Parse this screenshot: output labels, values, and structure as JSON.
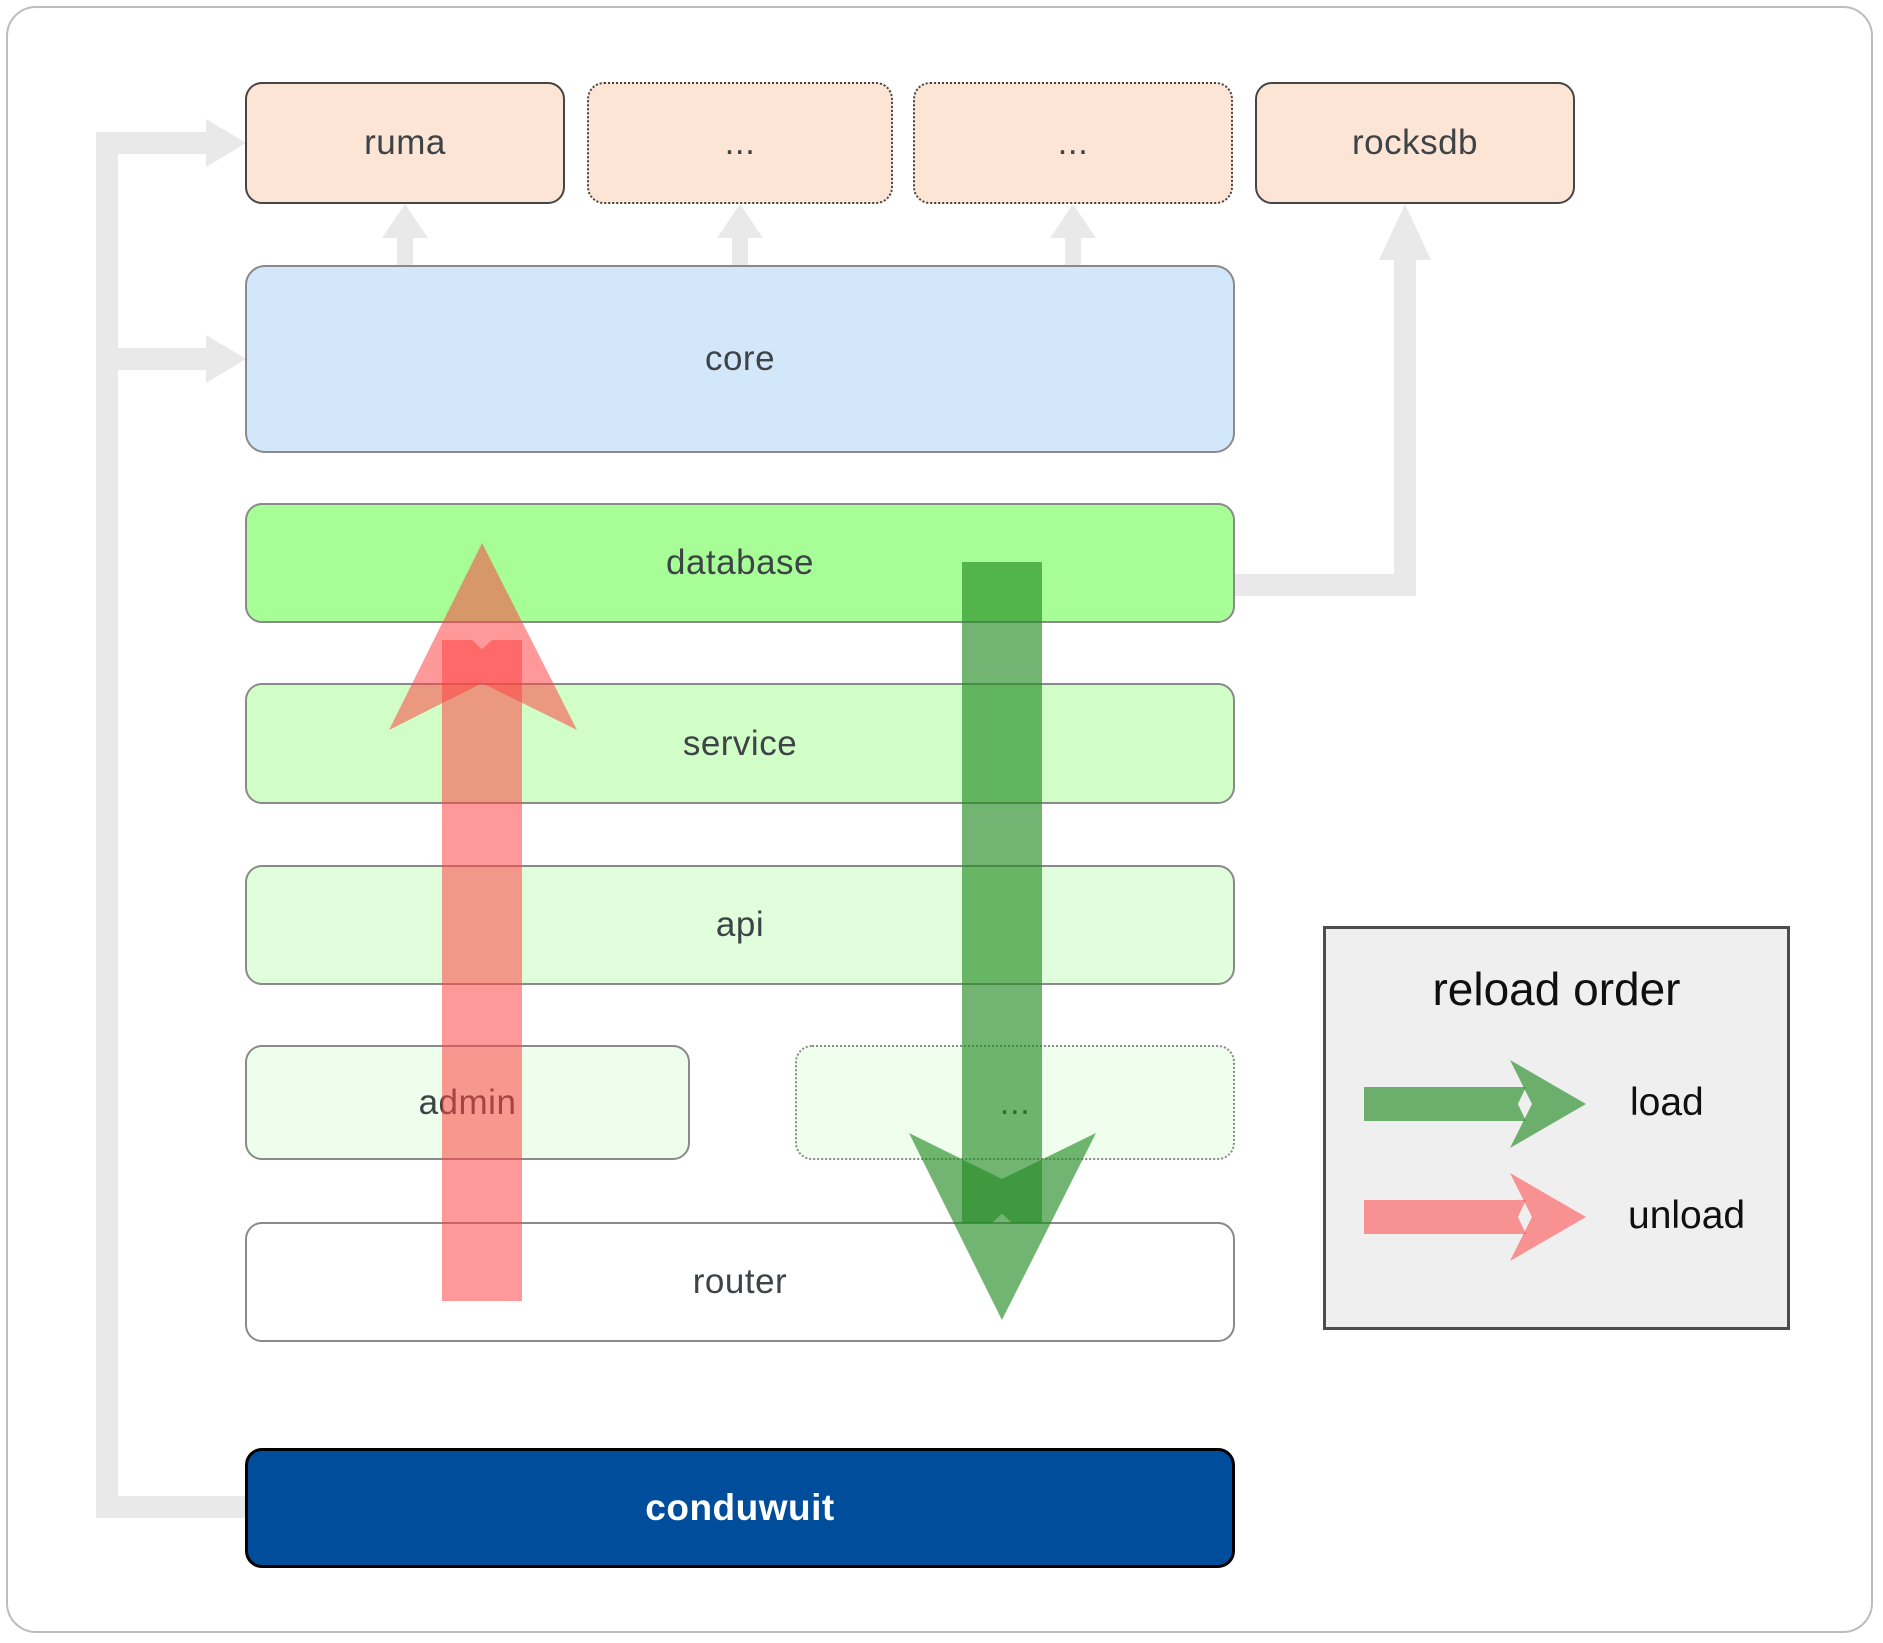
{
  "boxes": {
    "ruma": {
      "label": "ruma"
    },
    "ellipsis_top_1": {
      "label": "..."
    },
    "ellipsis_top_2": {
      "label": "..."
    },
    "rocksdb": {
      "label": "rocksdb"
    },
    "core": {
      "label": "core"
    },
    "database": {
      "label": "database"
    },
    "service": {
      "label": "service"
    },
    "api": {
      "label": "api"
    },
    "admin": {
      "label": "admin"
    },
    "ellipsis_admin": {
      "label": "..."
    },
    "router": {
      "label": "router"
    },
    "conduwuit": {
      "label": "conduwuit"
    }
  },
  "legend": {
    "title": "reload order",
    "items": [
      {
        "label": "load",
        "color": "#228b22"
      },
      {
        "label": "unload",
        "color": "#ff4444"
      }
    ]
  },
  "colors": {
    "peach_fill": "#fce5d5",
    "core_fill": "#d3e7fb",
    "database_fill": "#a7fe97",
    "service_fill": "#d1fec7",
    "api_fill": "#e0fedb",
    "admin_fill": "#eefeec",
    "router_fill": "#ffffff",
    "conduwuit_fill": "#004d9b",
    "connector_gray": "#e9e9e9",
    "legend_bg": "#efefef",
    "load_arrow": "#228b22",
    "unload_arrow": "#ff4444",
    "label_text": "#3d4347"
  }
}
